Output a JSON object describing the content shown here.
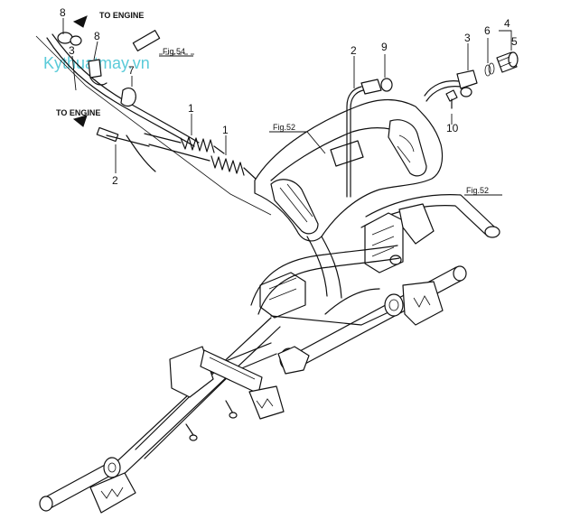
{
  "watermark": "Kythuatmay.vn",
  "engine_labels": [
    "TO ENGINE",
    "TO ENGINE"
  ],
  "figure_refs": [
    "Fig.54",
    "Fig.52",
    "Fig.52"
  ],
  "callouts": [
    "8",
    "8",
    "3",
    "7",
    "1",
    "1",
    "2",
    "2",
    "9",
    "3",
    "6",
    "4",
    "5",
    "10"
  ]
}
